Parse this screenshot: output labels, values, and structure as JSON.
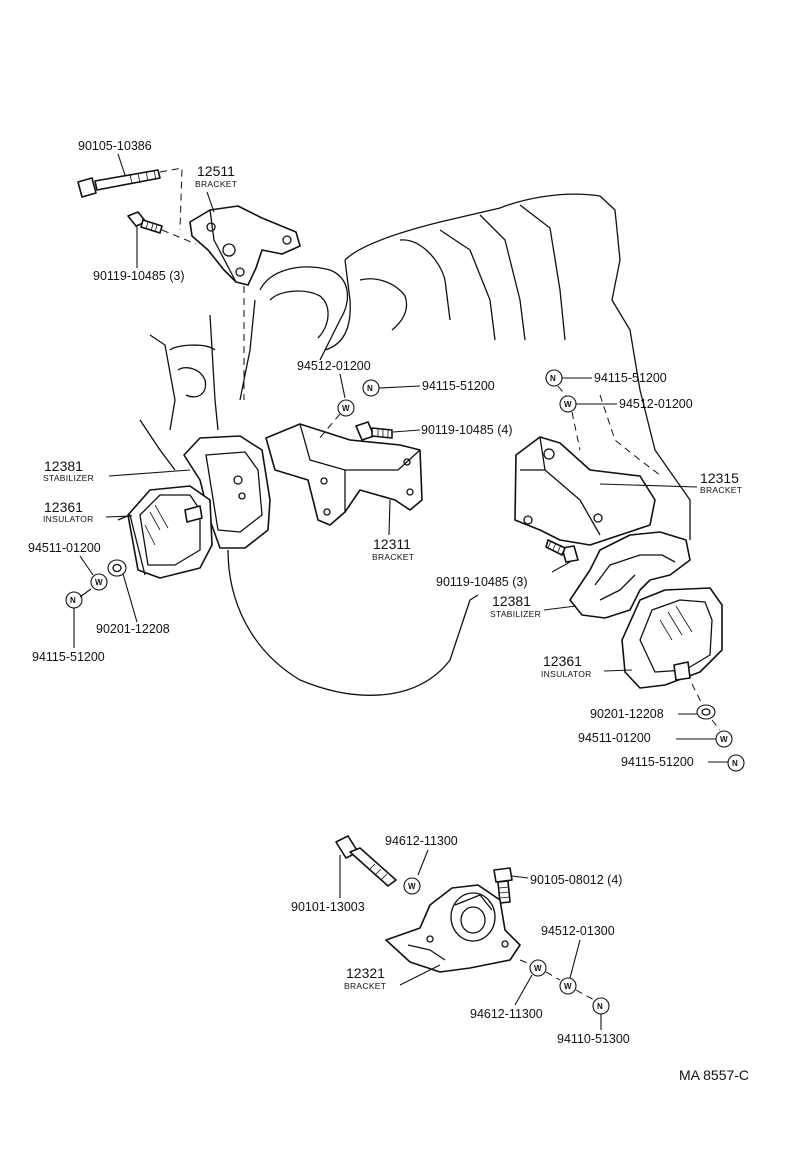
{
  "diagram_code": "MA 8557-C",
  "symbols": {
    "washer": "W",
    "nut": "N"
  },
  "labels": {
    "p_90105_10386": "90105-10386",
    "p_12511": "12511",
    "p_12511_sub": "BRACKET",
    "p_90119_10485_3a": "90119-10485 (3)",
    "p_94512_01200a": "94512-01200",
    "p_94115_51200a": "94115-51200",
    "p_90119_10485_4": "90119-10485 (4)",
    "p_94115_51200b": "94115-51200",
    "p_94512_01200b": "94512-01200",
    "p_12381a": "12381",
    "p_12381a_sub": "STABILIZER",
    "p_12361a": "12361",
    "p_12361a_sub": "INSULATOR",
    "p_94511_01200a": "94511-01200",
    "p_90201_12208a": "90201-12208",
    "p_94115_51200c": "94115-51200",
    "p_12311": "12311",
    "p_12311_sub": "BRACKET",
    "p_12315": "12315",
    "p_12315_sub": "BRACKET",
    "p_90119_10485_3b": "90119-10485 (3)",
    "p_12381b": "12381",
    "p_12381b_sub": "STABILIZER",
    "p_12361b": "12361",
    "p_12361b_sub": "INSULATOR",
    "p_90201_12208b": "90201-12208",
    "p_94511_01200b": "94511-01200",
    "p_94115_51200d": "94115-51200",
    "p_94612_11300a": "94612-11300",
    "p_90105_08012": "90105-08012 (4)",
    "p_90101_13003": "90101-13003",
    "p_94512_01300": "94512-01300",
    "p_12321": "12321",
    "p_12321_sub": "BRACKET",
    "p_94612_11300b": "94612-11300",
    "p_94110_51300": "94110-51300"
  },
  "icons": [
    "bolt-icon",
    "washer-icon",
    "nut-icon",
    "bracket-icon",
    "insulator-icon",
    "stabilizer-icon",
    "engine-outline-icon"
  ]
}
